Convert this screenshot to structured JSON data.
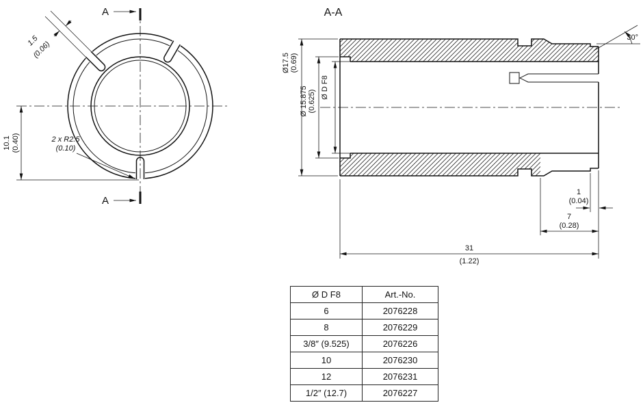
{
  "drawing": {
    "front": {
      "marker": "A",
      "dim_slit_mm": "1.5",
      "dim_slit_in": "(0.06)",
      "dim_depth_mm": "10.1",
      "dim_depth_in": "(0.40)",
      "dim_radius": "2 x R2.5",
      "dim_radius_in": "(0.10)"
    },
    "section": {
      "title": "A-A",
      "dim_od_mm": "Ø17.5",
      "dim_od_in": "(0.69)",
      "dim_shank_mm": "Ø 15.875",
      "dim_shank_in": "(0.625)",
      "dim_bore": "Ø D F8",
      "dim_angle": "30°",
      "dim_lip_mm": "1",
      "dim_lip_in": "(0.04)",
      "dim_slitlen_mm": "7",
      "dim_slitlen_in": "(0.28)",
      "dim_len_mm": "31",
      "dim_len_in": "(1.22)"
    }
  },
  "table": {
    "headers": [
      "Ø D F8",
      "Art.-No."
    ],
    "rows": [
      [
        "6",
        "2076228"
      ],
      [
        "8",
        "2076229"
      ],
      [
        "3/8″ (9.525)",
        "2076226"
      ],
      [
        "10",
        "2076230"
      ],
      [
        "12",
        "2076231"
      ],
      [
        "1/2″ (12.7)",
        "2076227"
      ]
    ]
  }
}
